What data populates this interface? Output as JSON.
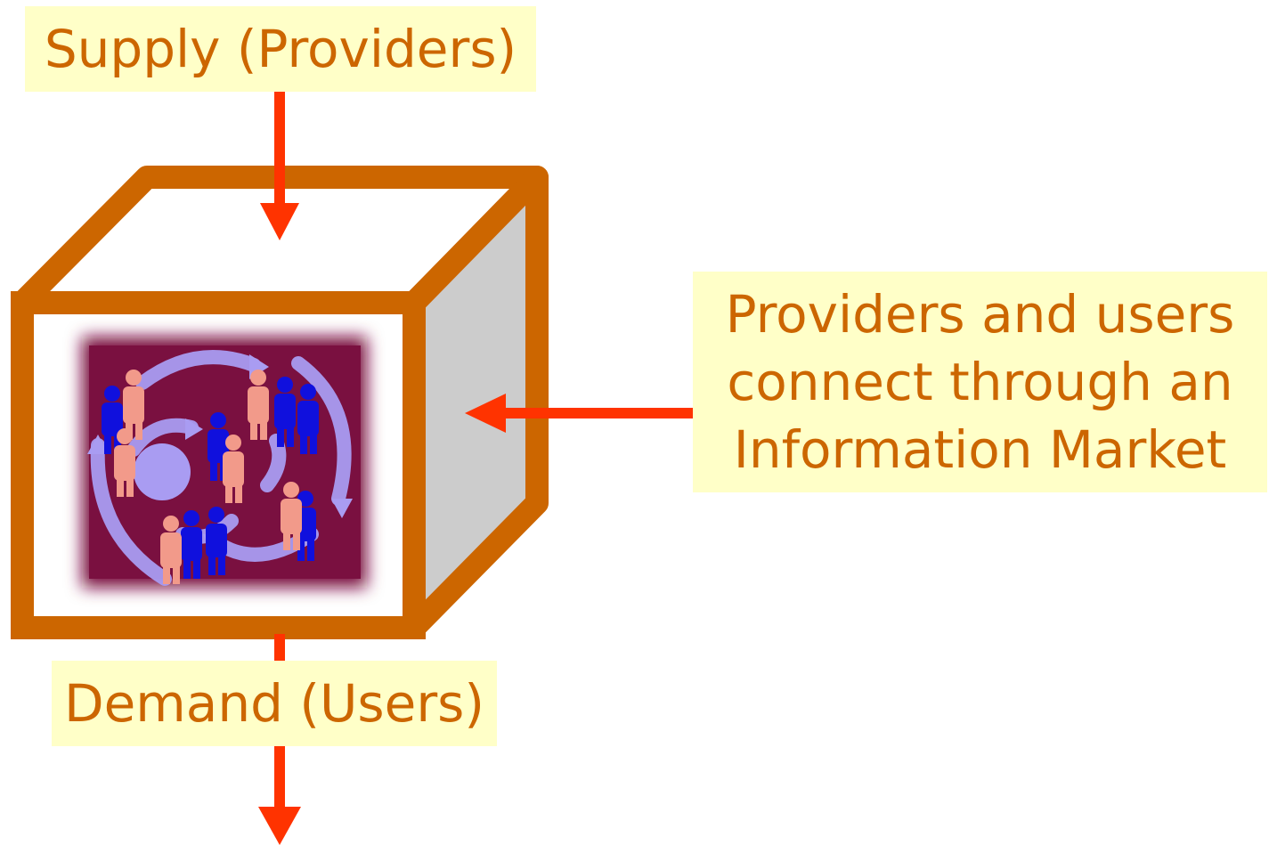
{
  "labels": {
    "supply": "Supply (Providers)",
    "demand": "Demand (Users)",
    "market_lines": [
      "Providers and users",
      "connect through an",
      "Information Market"
    ]
  },
  "colors": {
    "cube_border": "#cc6600",
    "cube_side": "#cccccc",
    "label_background": "#ffffc8",
    "label_text": "#cc6600",
    "arrow": "#ff3300",
    "picture_background": "#7a1040",
    "picture_arrows": "#a99cf2",
    "person_blue": "#1010dd",
    "person_pink": "#f29a8a"
  },
  "icons": {
    "center_picture": "people-network-clipart"
  }
}
